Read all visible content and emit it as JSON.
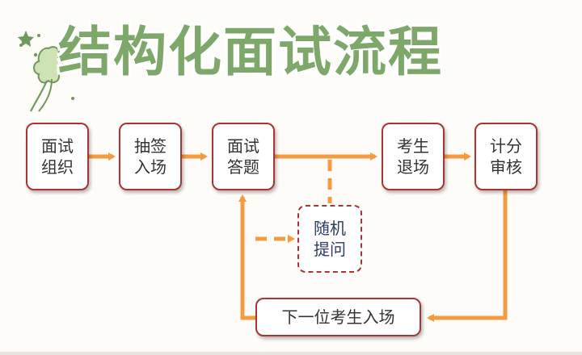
{
  "title": "结构化面试流程",
  "colors": {
    "title": "#7ea86a",
    "arrow": "#f39b43",
    "box_border": "#a93432"
  },
  "steps": {
    "organize": "面试组织",
    "draw_lots": "抽签入场",
    "answer": "面试答题",
    "random_question": "随机提问",
    "exit": "考生退场",
    "scoring": "计分审核",
    "next": "下一位考生入场"
  }
}
